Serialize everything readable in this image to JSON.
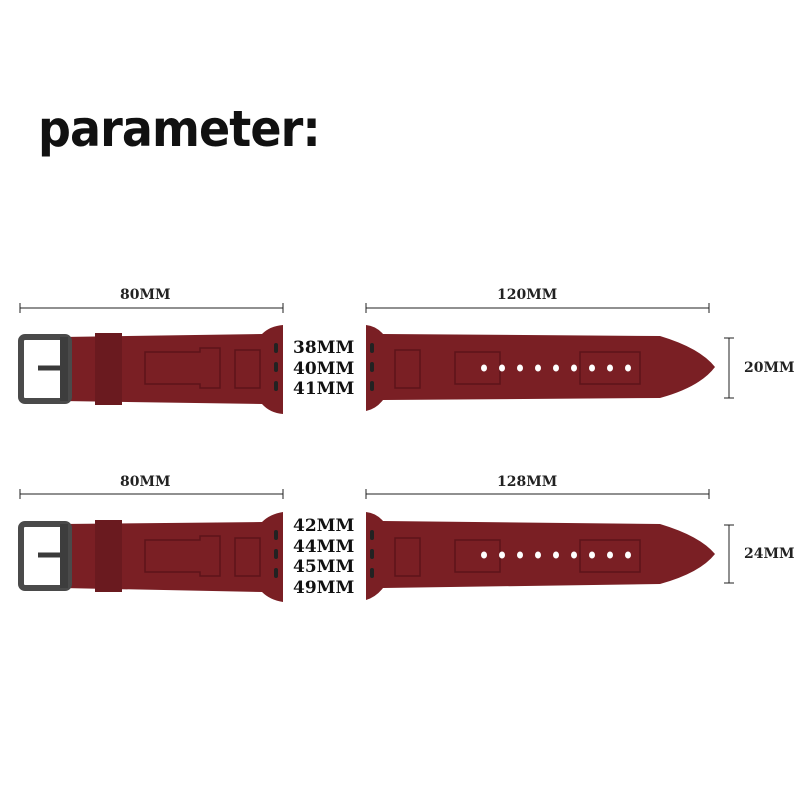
{
  "title": "parameter:",
  "colors": {
    "strap": "#7a1f24",
    "strap_dark": "#5c141a",
    "buckle": "#4a4a4a",
    "line": "#222222"
  },
  "bands": [
    {
      "short_length": "80MM",
      "long_length": "120MM",
      "width": "20MM",
      "sizes": [
        "38MM",
        "40MM",
        "41MM"
      ]
    },
    {
      "short_length": "80MM",
      "long_length": "128MM",
      "width": "24MM",
      "sizes": [
        "42MM",
        "44MM",
        "45MM",
        "49MM"
      ]
    }
  ]
}
